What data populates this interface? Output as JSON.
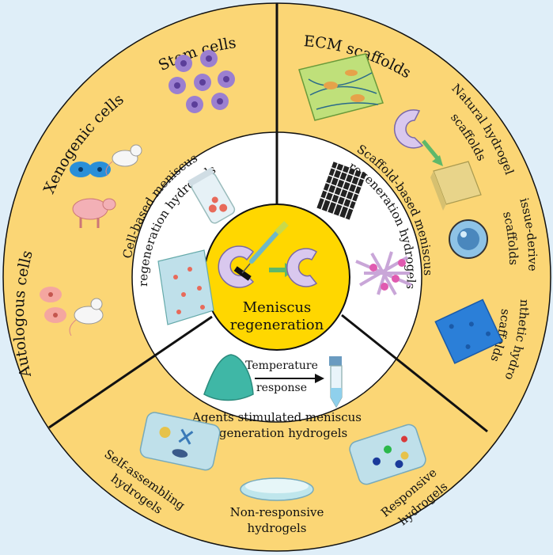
{
  "center": {
    "line1": "Meniscus",
    "line2": "regeneration"
  },
  "middle_ring": {
    "cell_based": {
      "line1": "Cell-based meniscus",
      "line2": "regeneration hydrogels"
    },
    "scaffold_based": {
      "line1": "Scaffold-based meniscus",
      "line2": "regeneration hydrogels"
    },
    "agents": {
      "line1": "Agents stimulated meniscus",
      "line2": "regeneration hydrogels",
      "arrow_line1": "Temperature",
      "arrow_line2": "response"
    }
  },
  "outer_ring": {
    "stem_cells": "Stem cells",
    "ecm_scaffolds": "ECM scaffolds",
    "xenogenic_cells": "Xenogenic cells",
    "autologous_cells": "Autologous cells",
    "natural_hydrogel": {
      "line1": "Natural hydrogel",
      "line2": "scaffolds"
    },
    "tissue_derived": {
      "line1": "Tissue-derived",
      "line2": "scaffolds"
    },
    "synthetic_hydrogel": {
      "line1": "Synthetic hydrogel",
      "line2": "scaffolds"
    },
    "self_assembling": {
      "line1": "Self-assembling",
      "line2": "hydrogels"
    },
    "non_responsive": {
      "line1": "Non-responsive",
      "line2": "hydrogels"
    },
    "responsive": {
      "line1": "Responsive",
      "line2": "hydrogels"
    }
  },
  "colors": {
    "background": "#dfeef8",
    "outer_ring": "#fbd675",
    "middle_ring": "#ffffff",
    "center": "#ffd700",
    "divider": "#111111"
  }
}
